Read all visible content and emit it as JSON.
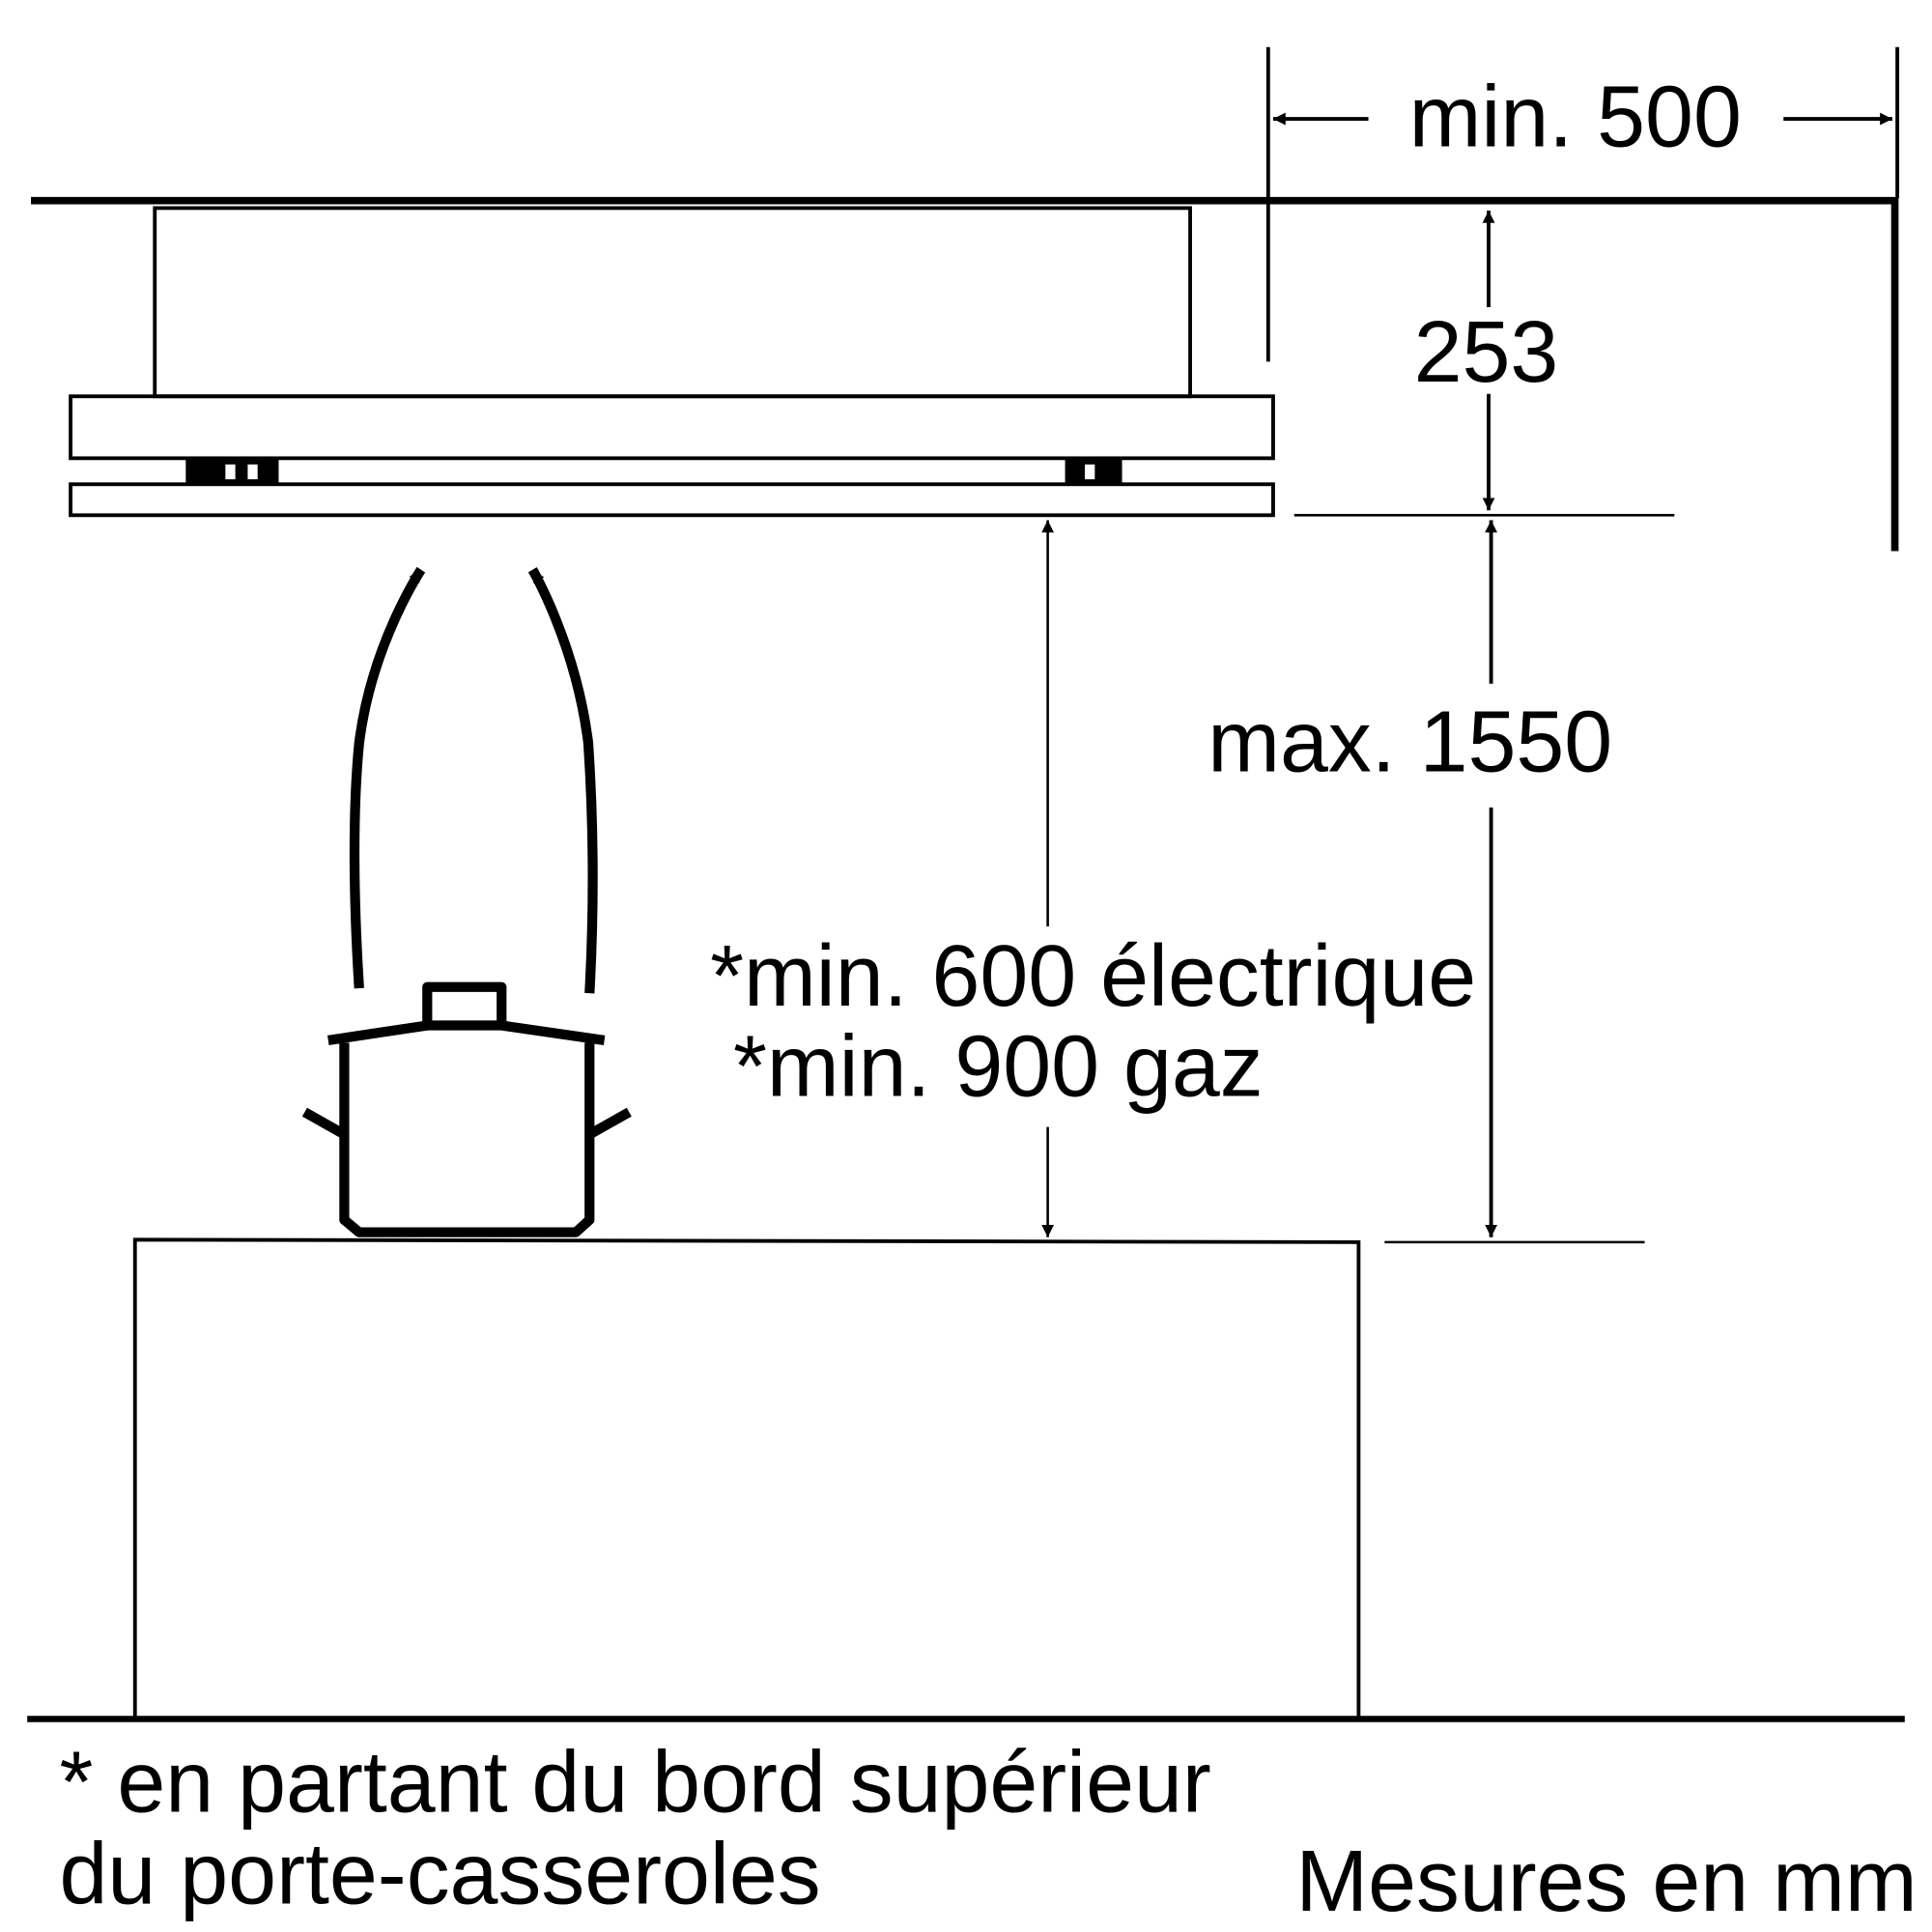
{
  "dimensions": {
    "width_min": "min. 500",
    "hood_height": "253",
    "max_height": "max. 1550",
    "min_electric": "*min. 600 électrique",
    "min_gas": "*min. 900 gaz"
  },
  "footnote": {
    "line1": "* en partant du bord supérieur",
    "line2": "du porte-casseroles"
  },
  "units": "Mesures en mm"
}
